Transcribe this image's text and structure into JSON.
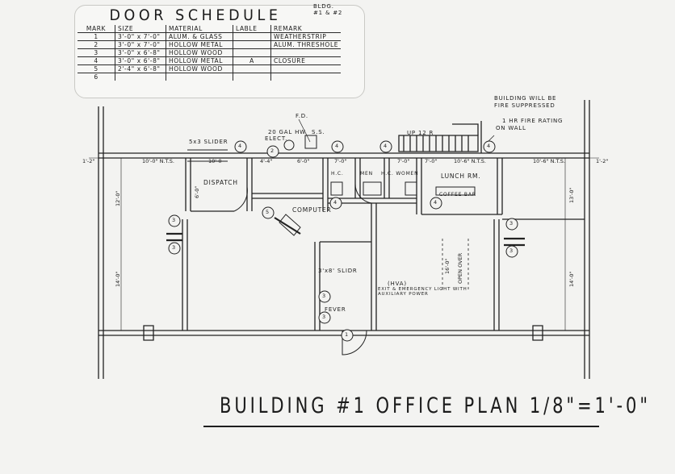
{
  "schedule": {
    "title": "DOOR SCHEDULE",
    "bldg": "BLDG.",
    "bldg_nums": "#1 & #2",
    "headers": [
      "MARK",
      "SIZE",
      "MATERIAL",
      "LABLE",
      "REMARK"
    ],
    "rows": [
      [
        "1",
        "3'-0\" x 7'-0\"",
        "ALUM. & GLASS",
        "",
        "WEATHERSTRIP"
      ],
      [
        "2",
        "3'-0\" x 7'-0\"",
        "HOLLOW METAL",
        "",
        "ALUM. THRESHOLE"
      ],
      [
        "3",
        "3'-0\" x 6'-8\"",
        "HOLLOW WOOD",
        "",
        ""
      ],
      [
        "4",
        "3'-0\" x 6'-8\"",
        "HOLLOW METAL",
        "A",
        "CLOSURE"
      ],
      [
        "5",
        "2'-4\" x 6'-8\"",
        "HOLLOW WOOD",
        "",
        ""
      ],
      [
        "6",
        "",
        "",
        "",
        ""
      ]
    ]
  },
  "notes": {
    "fire1": "BUILDING WILL BE",
    "fire2": "FIRE SUPPRESSED",
    "fire_rating1": "1 HR FIRE RATING",
    "fire_rating2": "ON WALL",
    "fd": "F.D.",
    "water_heater": "20 GAL HW",
    "elect": "ELECT.",
    "ss": "S.S.",
    "slider": "5x3 SLIDER",
    "slider2": "3'x8' SLIDR",
    "up": "UP 12 R",
    "exit": "EXIT & EMERGENCY LIGHT WITH AUXILIARY POWER",
    "hva": "(HVA)",
    "fever": "FEVER"
  },
  "rooms": {
    "dispatch": "DISPATCH",
    "computer": "COMPUTER",
    "lunch": "LUNCH RM.",
    "coffee": "COFFEE BAR",
    "men": "MEN",
    "hc_men": "H.C.",
    "hc_women": "H.C. WOMEN",
    "open_over": "OPEN OVER"
  },
  "dims": {
    "left_edge": "1'-2\"",
    "right_edge": "1'-2\"",
    "d_10_0": "10'-0\" N.T.S.",
    "d_10_0b": "10'-0",
    "d_4_4": "4'-4\"",
    "d_6_0": "6'-0\"",
    "d_7_0a": "7'-0\"",
    "d_7_0b": "7'-0\"",
    "d_7_0c": "7'-0\"",
    "d_10_6a": "10'-6\" N.T.S.",
    "d_10_6b": "10'-6\" N.T.S.",
    "v_12_0": "12'-0\"",
    "v_14_0": "14'-0\"",
    "v_6_0": "6'-0\"",
    "v_13_0": "13'-0\"",
    "v_16": "16'-0\"",
    "v_14_0r": "14'-0\""
  },
  "door_marks": [
    "4",
    "4",
    "4",
    "4",
    "4",
    "4",
    "3",
    "3",
    "3",
    "3",
    "3",
    "3",
    "5",
    "2",
    "1"
  ],
  "plan_title": "BUILDING #1 OFFICE PLAN 1/8\"=1'-0\""
}
